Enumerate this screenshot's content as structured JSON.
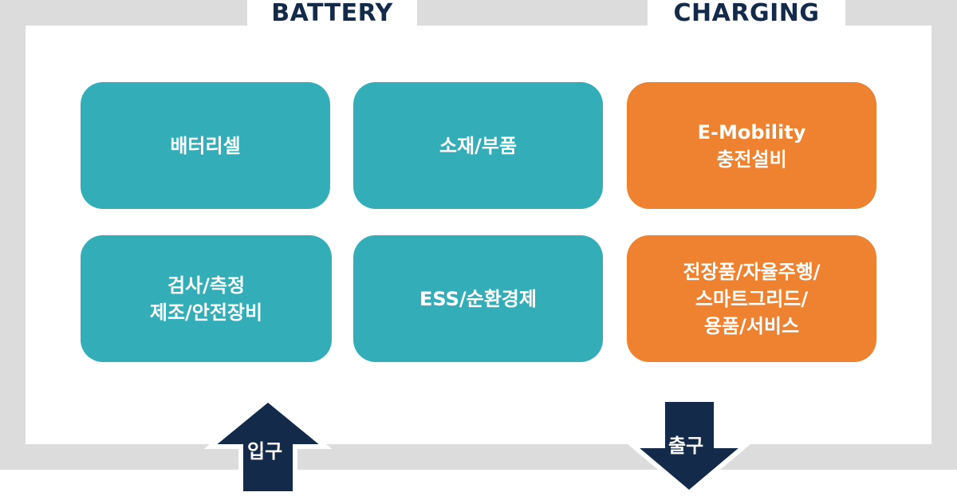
{
  "sections": {
    "battery": "BATTERY",
    "charging": "CHARGING"
  },
  "boxes": [
    {
      "lines": [
        "배터리셀"
      ]
    },
    {
      "lines": [
        "소재/부품"
      ]
    },
    {
      "lines": [
        "E-Mobility",
        "충전설비"
      ]
    },
    {
      "lines": [
        "검사/측정",
        "제조/안전장비"
      ]
    },
    {
      "lines": [
        "ESS/순환경제"
      ]
    },
    {
      "lines": [
        "전장품/자율주행/",
        "스마트그리드/",
        "용품/서비스"
      ]
    }
  ],
  "arrows": {
    "entrance": "입구",
    "exit": "출구"
  },
  "colors": {
    "teal": "#33aeb9",
    "orange": "#ef8231",
    "navy": "#132a4a",
    "frame": "#dcdcdc"
  }
}
